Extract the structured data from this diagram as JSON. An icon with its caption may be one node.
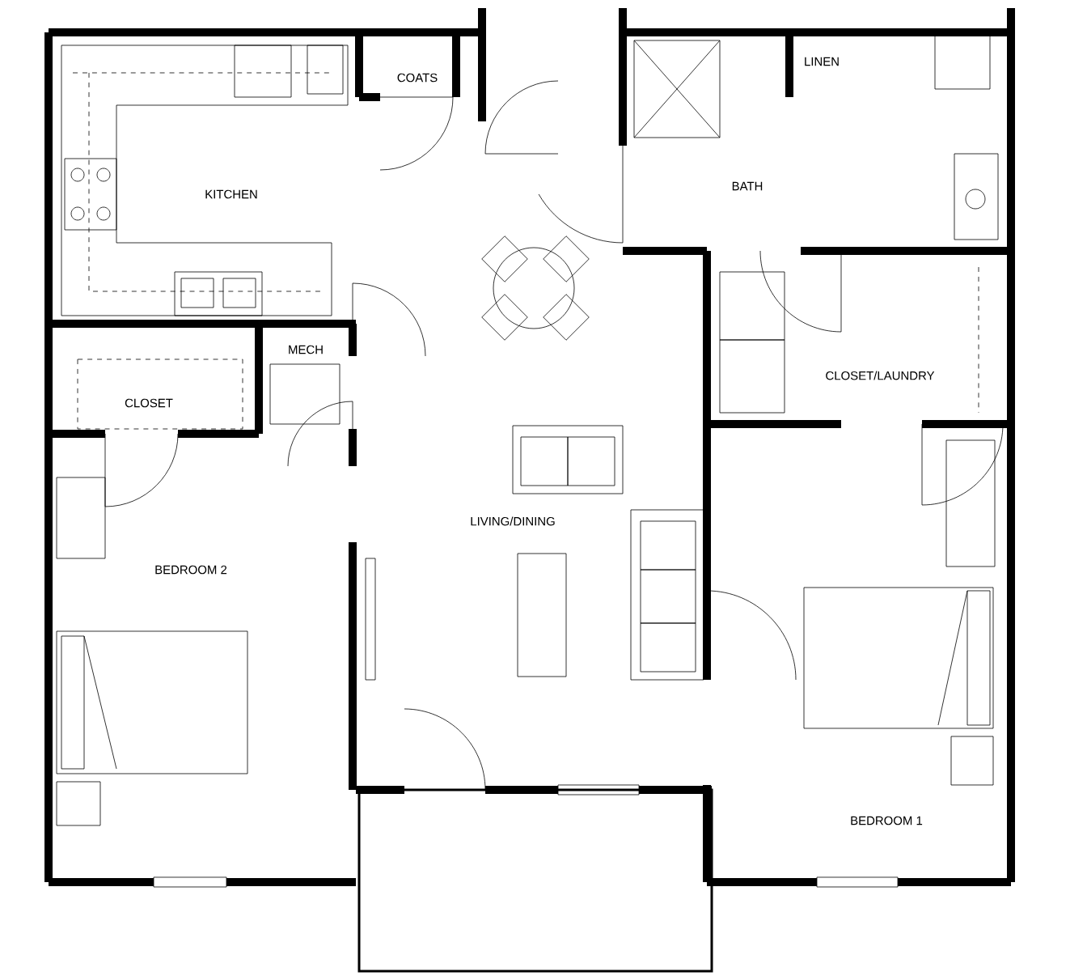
{
  "diagram": {
    "labels": [
      "KITCHEN",
      "COATS",
      "LINEN",
      "BATH",
      "MECH",
      "CLOSET",
      "CLOSET/LAUNDRY",
      "LIVING/DINING",
      "BEDROOM 2",
      "BEDROOM 1"
    ]
  }
}
